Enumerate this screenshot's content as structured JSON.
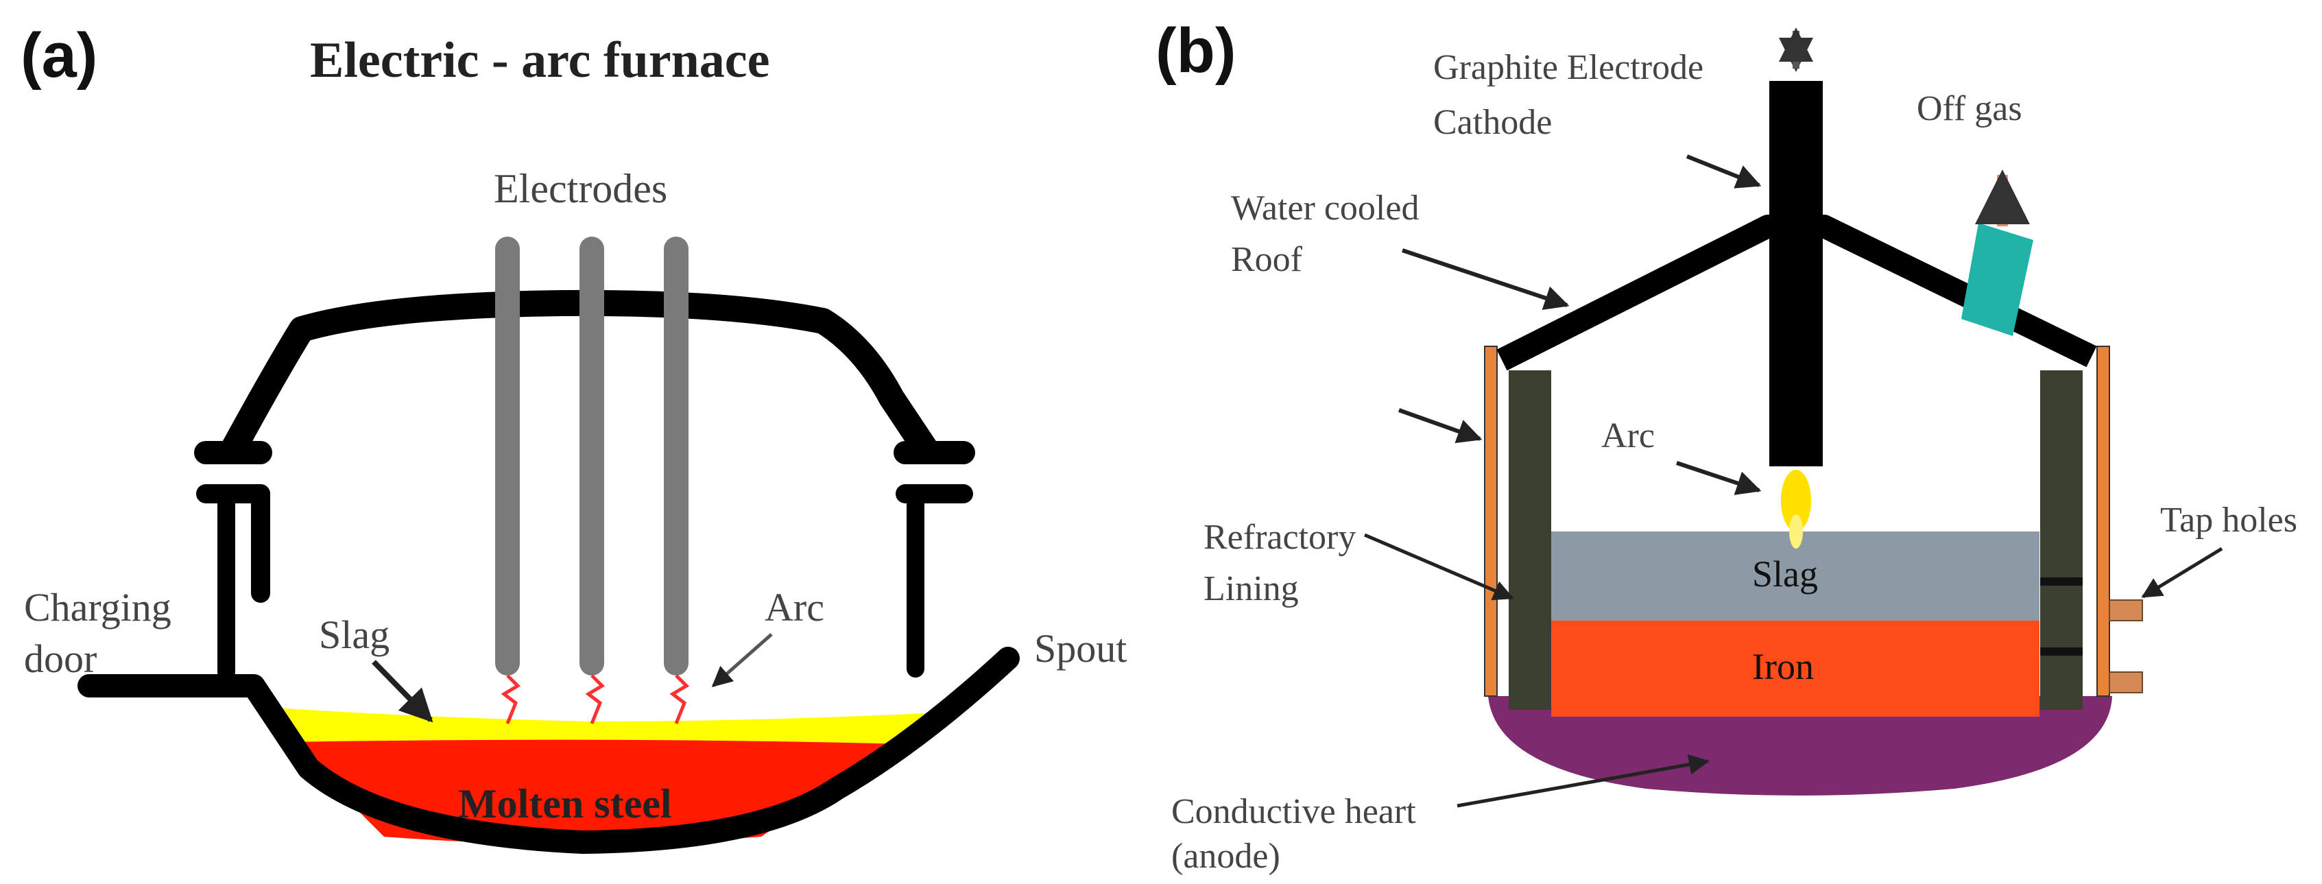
{
  "panels": {
    "a": "(a)",
    "b": "(b)"
  },
  "a": {
    "title": "Electric - arc furnace",
    "electrodes": "Electrodes",
    "charging1": "Charging",
    "charging2": "door",
    "slag": "Slag",
    "arc": "Arc",
    "spout": "Spout",
    "molten": "Molten steel"
  },
  "b": {
    "graphite1": "Graphite Electrode",
    "graphite2": "Cathode",
    "offgas": "Off gas",
    "roof1": "Water cooled",
    "roof2": "Roof",
    "arc": "Arc",
    "taphole": "Tap holes",
    "refr1": "Refractory",
    "refr2": "Lining",
    "slag": "Slag",
    "iron": "Iron",
    "hearth1": "Conductive heart",
    "hearth2": "(anode)"
  },
  "colors": {
    "molten": "#ff1a00",
    "slag_a": "#ffff00",
    "electrode_a": "#7a7a7a",
    "slag_b": "#8c9aa6",
    "iron": "#ff4a1a",
    "hearth": "#7e2a6e",
    "shell": "#e8843a",
    "lining": "#3a3f30",
    "offgas": "#21b3a8",
    "arc_glow": "#ffe000"
  }
}
